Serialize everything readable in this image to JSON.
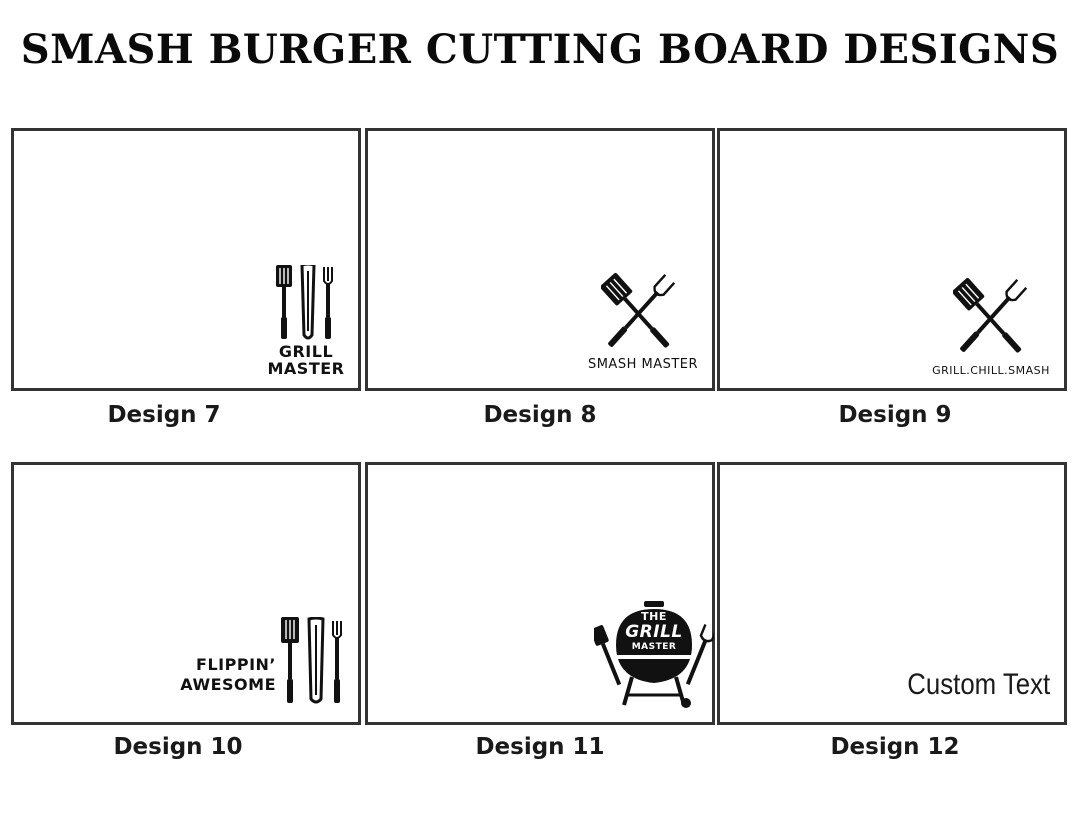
{
  "title": "SMASH BURGER CUTTING BOARD DESIGNS",
  "designs": [
    {
      "caption": "Design 7",
      "engraving_line1": "GRILL",
      "engraving_line2": "MASTER",
      "icon": "grill-tools-icon"
    },
    {
      "caption": "Design 8",
      "engraving": "SMASH MASTER",
      "icon": "crossed-spatula-fork-icon"
    },
    {
      "caption": "Design 9",
      "engraving": "GRILL.CHILL.SMASH",
      "icon": "crossed-spatula-fork-icon"
    },
    {
      "caption": "Design 10",
      "engraving_line1": "FLIPPIN’",
      "engraving_line2": "AWESOME",
      "icon": "grill-tools-icon"
    },
    {
      "caption": "Design 11",
      "engraving_line1": "THE",
      "engraving_line2": "GRILL",
      "engraving_line3": "MASTER",
      "icon": "kettle-grill-icon"
    },
    {
      "caption": "Design 12",
      "engraving": "Custom Text"
    }
  ]
}
